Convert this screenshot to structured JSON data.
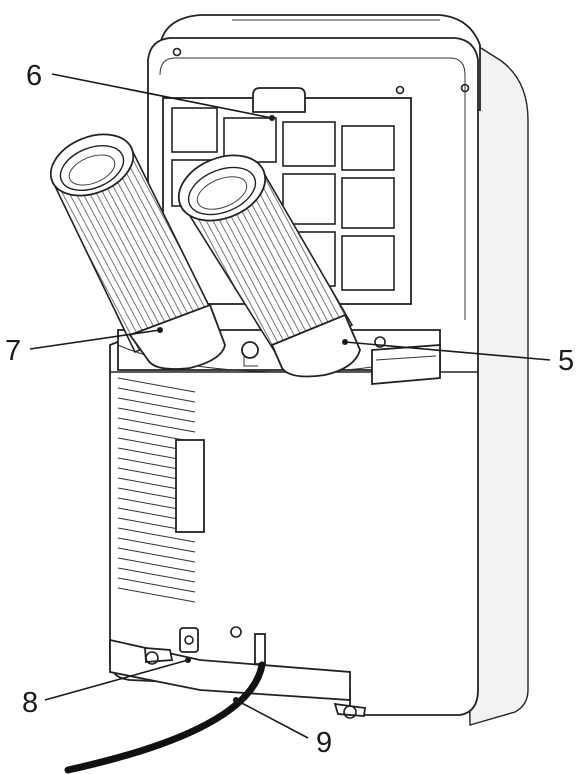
{
  "diagram": {
    "callouts": [
      {
        "id": "callout-6",
        "label": "6"
      },
      {
        "id": "callout-7",
        "label": "7"
      },
      {
        "id": "callout-5",
        "label": "5"
      },
      {
        "id": "callout-8",
        "label": "8"
      },
      {
        "id": "callout-9",
        "label": "9"
      }
    ]
  }
}
